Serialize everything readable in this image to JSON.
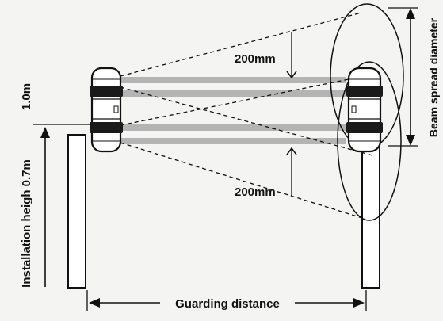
{
  "labels": {
    "top_spacing": "200mm",
    "bottom_spacing": "200mm",
    "beam_spread": "Beam spread diameter",
    "installation_height": "Installation heigh 0.7m",
    "height_top": "1.0m",
    "guarding_distance": "Guarding distance"
  },
  "colors": {
    "background": "#f4f4f2",
    "ink": "#111111",
    "beam": "#b4b4b4",
    "post_fill": "#ffffff"
  }
}
